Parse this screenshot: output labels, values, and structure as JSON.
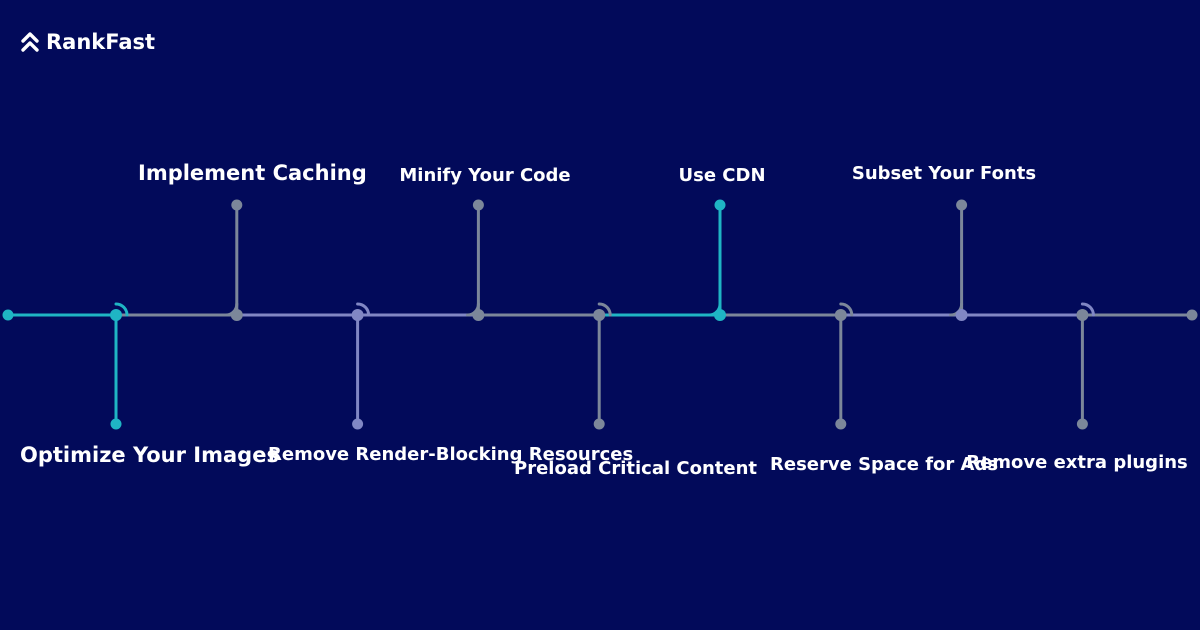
{
  "brand": {
    "name": "RankFast",
    "icon": "double-chevron-up-icon"
  },
  "colors": {
    "background": "#020a5a",
    "accent": "#1fb5c4",
    "line_gray": "#7c879a",
    "line_lavender": "#8187c4",
    "text": "#ffffff"
  },
  "diagram": {
    "type": "alternating-timeline",
    "steps": [
      {
        "label": "Optimize Your Images",
        "side": "below",
        "highlighted": true
      },
      {
        "label": "Implement Caching",
        "side": "above",
        "highlighted": false
      },
      {
        "label": "Remove Render-Blocking Resources",
        "side": "below",
        "highlighted": false
      },
      {
        "label": "Minify Your Code",
        "side": "above",
        "highlighted": false
      },
      {
        "label": "Preload Critical Content",
        "side": "below",
        "highlighted": false
      },
      {
        "label": "Use CDN",
        "side": "above",
        "highlighted": true
      },
      {
        "label": "Reserve Space for Ads",
        "side": "below",
        "highlighted": false
      },
      {
        "label": "Subset Your Fonts",
        "side": "above",
        "highlighted": false
      },
      {
        "label": "Remove extra plugins",
        "side": "below",
        "highlighted": false
      }
    ]
  }
}
